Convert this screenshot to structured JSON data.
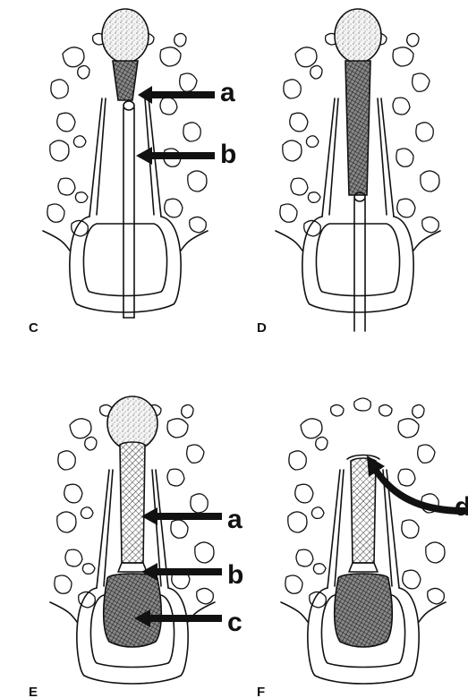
{
  "panels": [
    {
      "label": "C",
      "arrows": [
        "a",
        "b"
      ]
    },
    {
      "label": "D",
      "arrows": []
    },
    {
      "label": "E",
      "arrows": [
        "a",
        "b",
        "c"
      ]
    },
    {
      "label": "F",
      "arrows": [
        "d"
      ]
    }
  ],
  "colors": {
    "ink": "#111111",
    "background": "#ffffff"
  }
}
